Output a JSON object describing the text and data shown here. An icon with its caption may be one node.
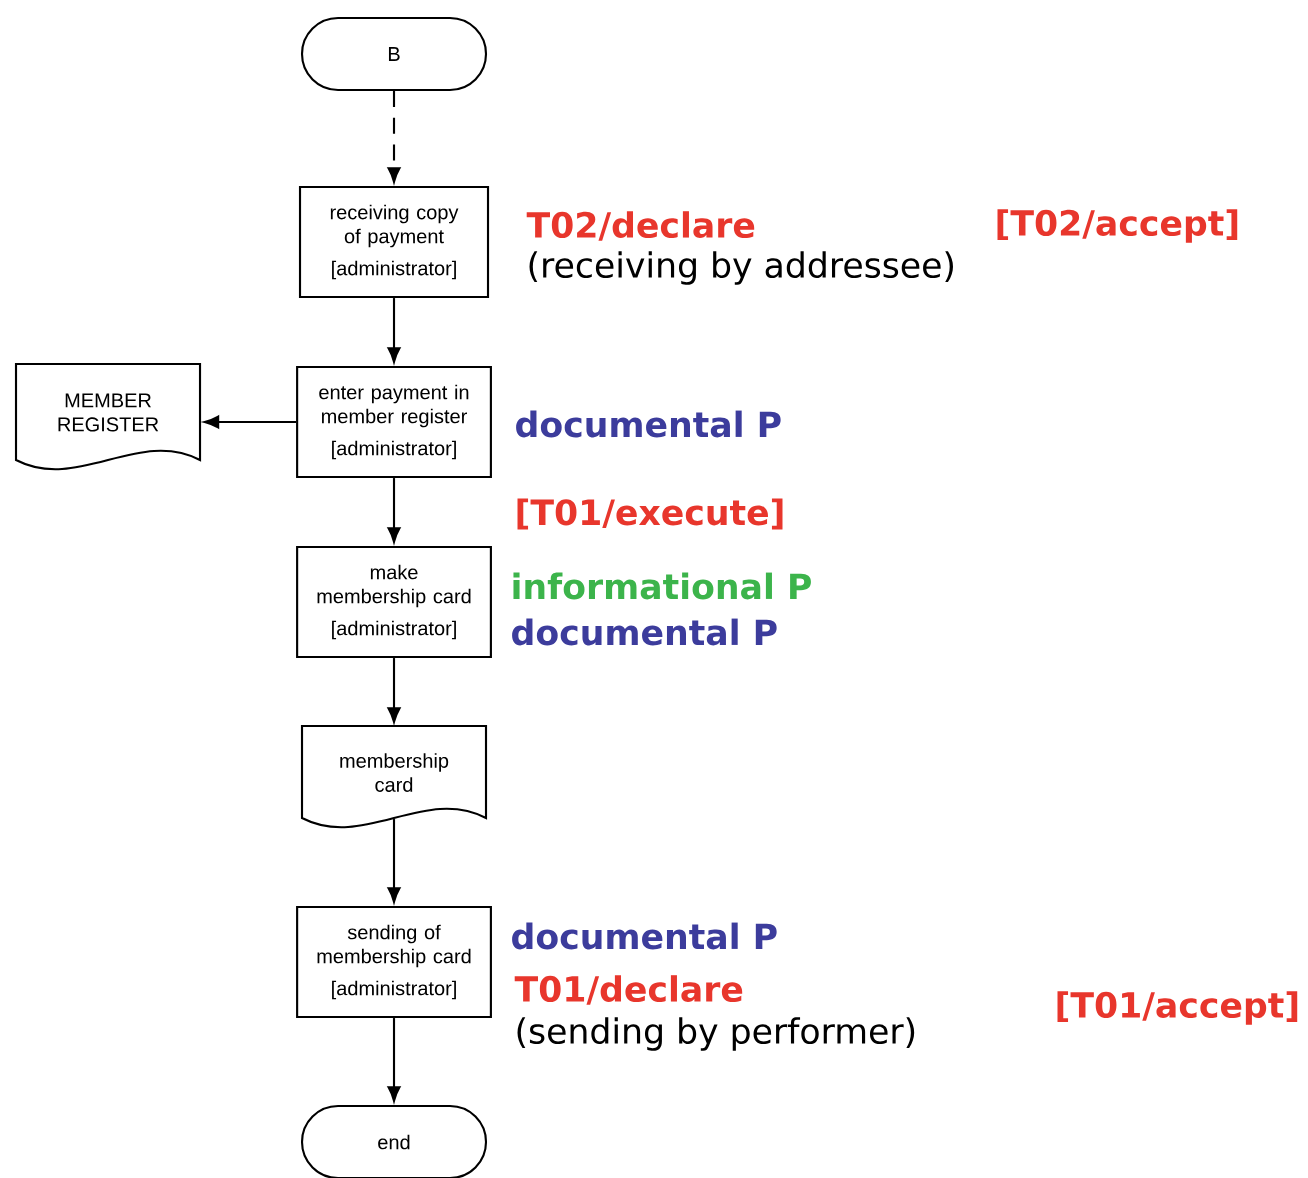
{
  "diagram": {
    "nodes": [
      {
        "text": [
          "B"
        ]
      },
      {
        "text": [
          "receiving copy of payment",
          "[administrator]"
        ]
      },
      {
        "text": [
          "enter payment in member register",
          "[administrator]"
        ]
      },
      {
        "text": [
          "MEMBER REGISTER"
        ]
      },
      {
        "text": [
          "make membership card",
          "[administrator]"
        ]
      },
      {
        "text": [
          "membership card"
        ]
      },
      {
        "text": [
          "sending of membership card",
          "[administrator]"
        ]
      },
      {
        "text": [
          "end"
        ]
      }
    ],
    "edges": [
      {
        "from": 0,
        "to": 1,
        "arrow": "to",
        "style": "dashed"
      },
      {
        "from": 1,
        "to": 2,
        "arrow": "to"
      },
      {
        "from": 2,
        "to": 3,
        "arrow": "to"
      },
      {
        "from": 2,
        "to": 4,
        "arrow": "to"
      },
      {
        "from": 4,
        "to": 5,
        "arrow": "to"
      },
      {
        "from": 5,
        "to": 6,
        "arrow": "to"
      },
      {
        "from": 6,
        "to": 7,
        "arrow": "to"
      }
    ],
    "labels": [
      "T02/declare",
      "[T02/accept]",
      "(receiving by addressee)",
      "documental P",
      "[T01/execute]",
      "informational P",
      "documental P",
      "documental P",
      "T01/declare",
      "[T01/accept]",
      "(sending by performer)"
    ]
  }
}
